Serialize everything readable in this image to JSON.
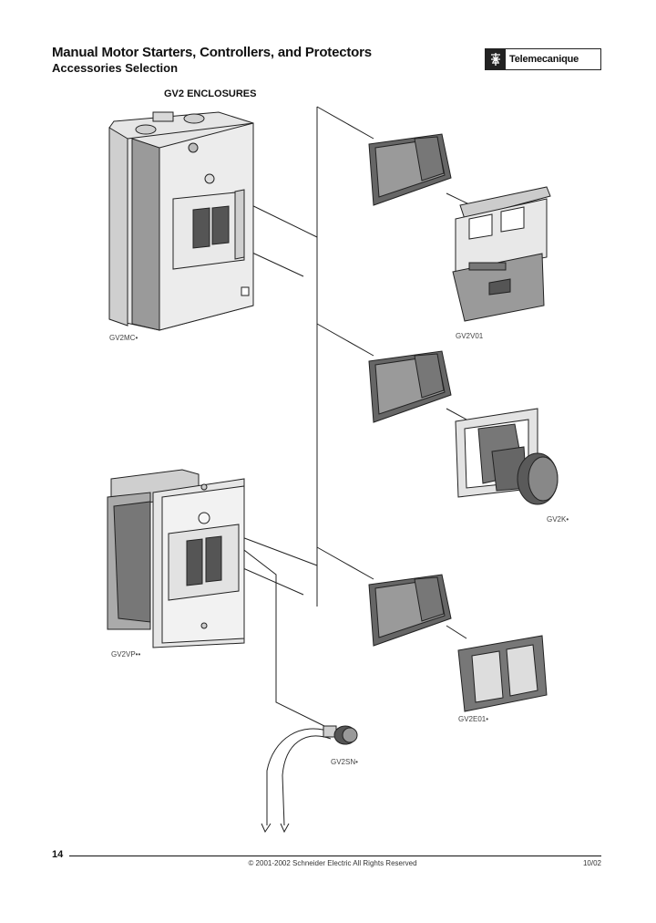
{
  "header": {
    "title": "Manual Motor Starters, Controllers, and Protectors",
    "subtitle": "Accessories Selection",
    "logo_text": "Telemecanique"
  },
  "section_title": "GV2 ENCLOSURES",
  "captions": {
    "gv2mc": "GV2MC•",
    "gv2vp": "GV2VP••",
    "gv2v01": "GV2V01",
    "gv2k": "GV2K•",
    "gv2e01": "GV2E01•",
    "gv2sn": "GV2SN•"
  },
  "footer": {
    "page_number": "14",
    "copyright": "© 2001-2002 Schneider Electric All Rights Reserved",
    "date": "10/02"
  }
}
